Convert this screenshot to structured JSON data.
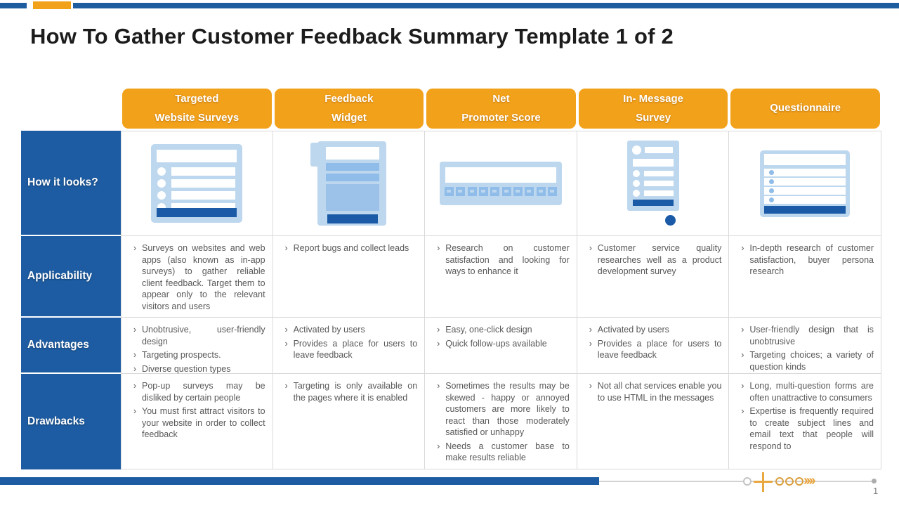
{
  "slide": {
    "title": "How To Gather Customer Feedback Summary Template 1 of 2",
    "page_number": "1"
  },
  "colors": {
    "accent_orange": "#F2A11B",
    "accent_blue": "#1D5CA2",
    "icon_light_blue": "#BDD7EE",
    "icon_medium_blue": "#8FBCE8",
    "icon_dark_blue": "#1A5AA6",
    "body_text_gray": "#595959",
    "grid_line_gray": "#D9D9D9"
  },
  "table": {
    "row_labels": [
      "How it looks?",
      "Applicability",
      "Advantages",
      "Drawbacks"
    ],
    "columns": [
      {
        "header": [
          "Targeted",
          "Website Surveys"
        ],
        "icon": "survey-form-illustration",
        "applicability": [
          "Surveys on websites and web apps (also known as in-app surveys) to gather reliable client feedback. Target them to appear only to the relevant visitors and users"
        ],
        "advantages": [
          "Unobtrusive, user-friendly design",
          "Targeting prospects.",
          "Diverse question types"
        ],
        "drawbacks": [
          "Pop-up surveys may be disliked by certain people",
          "You must first attract visitors to your website in order to collect feedback"
        ]
      },
      {
        "header": [
          "Feedback",
          "Widget"
        ],
        "icon": "feedback-widget-illustration",
        "applicability": [
          "Report bugs and collect leads"
        ],
        "advantages": [
          "Activated by users",
          "Provides a place for users to leave feedback"
        ],
        "drawbacks": [
          "Targeting is only available on the pages where it is enabled"
        ]
      },
      {
        "header": [
          "Net",
          "Promoter Score"
        ],
        "icon": "nps-scale-illustration",
        "applicability": [
          "Research on customer satisfaction and looking for ways to enhance it"
        ],
        "advantages": [
          "Easy, one-click design",
          "Quick follow-ups available"
        ],
        "drawbacks": [
          "Sometimes the results may be skewed - happy or annoyed customers are more likely to react than those moderately satisfied or unhappy",
          "Needs a customer base to make results reliable"
        ]
      },
      {
        "header": [
          "In- Message",
          "Survey"
        ],
        "icon": "in-message-survey-illustration",
        "applicability": [
          "Customer service quality researches well as a product development survey"
        ],
        "advantages": [
          "Activated by users",
          "Provides a place for users to leave feedback"
        ],
        "drawbacks": [
          "Not all chat services enable you to use HTML in the messages"
        ]
      },
      {
        "header": [
          "Questionnaire",
          ""
        ],
        "icon": "questionnaire-illustration",
        "applicability": [
          "In-depth research of customer satisfaction, buyer persona research"
        ],
        "advantages": [
          "User-friendly design that is unobtrusive",
          "Targeting choices; a variety of question kinds"
        ],
        "drawbacks": [
          "Long, multi-question forms are often unattractive to consumers",
          "Expertise is frequently required to create subject lines and email text that people will respond to"
        ]
      }
    ]
  },
  "footer": {
    "chevrons_glyph": "››››"
  }
}
